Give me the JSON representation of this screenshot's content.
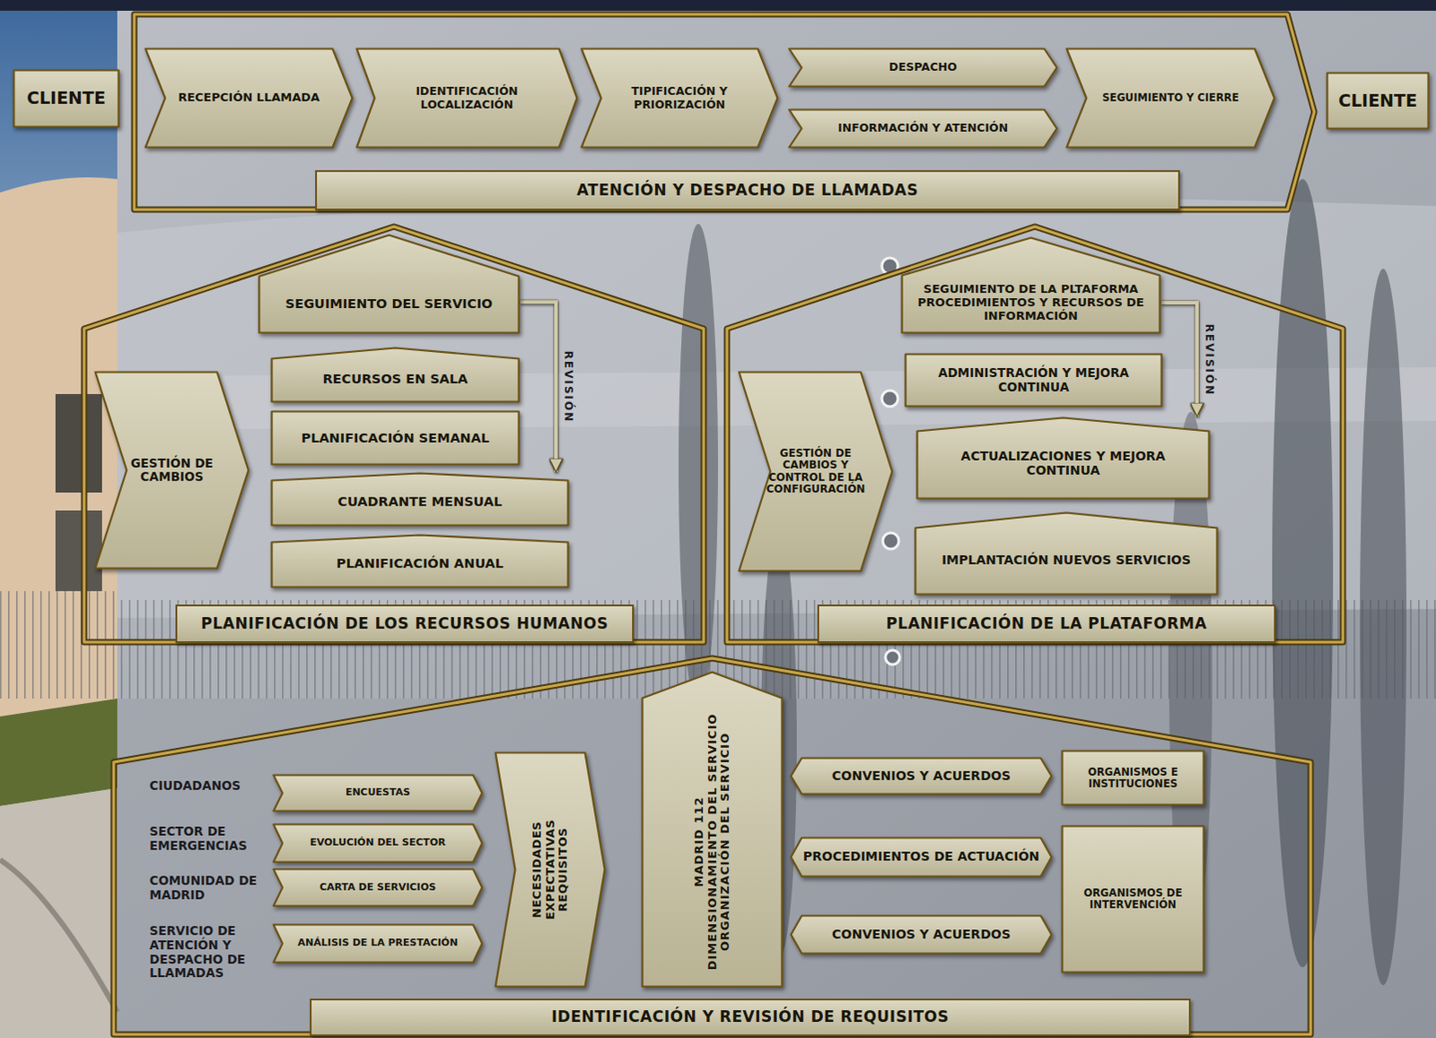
{
  "diagram": {
    "nodes": [
      {
        "text": [
          "CLIENTE"
        ]
      },
      {
        "text": [
          "ATENCIÓN Y DESPACHO DE LLAMADAS"
        ]
      },
      {
        "text": [
          "RECEPCIÓN LLAMADA"
        ],
        "in": 1
      },
      {
        "text": [
          "IDENTIFICACIÓN LOCALIZACIÓN"
        ],
        "in": 1
      },
      {
        "text": [
          "TIPIFICACIÓN Y PRIORIZACIÓN"
        ],
        "in": 1
      },
      {
        "text": [
          "DESPACHO"
        ],
        "in": 1
      },
      {
        "text": [
          "INFORMACIÓN Y ATENCIÓN"
        ],
        "in": 1
      },
      {
        "text": [
          "SEGUIMIENTO Y CIERRE"
        ],
        "in": 1
      },
      {
        "text": [
          "CLIENTE"
        ]
      },
      {
        "text": [
          "PLANIFICACIÓN DE LOS RECURSOS HUMANOS"
        ]
      },
      {
        "text": [
          "GESTIÓN DE CAMBIOS"
        ],
        "in": 9
      },
      {
        "text": [
          "SEGUIMIENTO DEL SERVICIO"
        ],
        "in": 9
      },
      {
        "text": [
          "RECURSOS EN SALA"
        ],
        "in": 9
      },
      {
        "text": [
          "PLANIFICACIÓN SEMANAL"
        ],
        "in": 9
      },
      {
        "text": [
          "CUADRANTE MENSUAL"
        ],
        "in": 9
      },
      {
        "text": [
          "PLANIFICACIÓN ANUAL"
        ],
        "in": 9
      },
      {
        "text": [
          "PLANIFICACIÓN DE LA PLATAFORMA"
        ]
      },
      {
        "text": [
          "GESTIÓN DE CAMBIOS Y CONTROL DE LA CONFIGURACIÓN"
        ],
        "in": 16
      },
      {
        "text": [
          "SEGUIMIENTO DE LA PLTAFORMA PROCEDIMIENTOS Y RECURSOS DE INFORMACIÓN"
        ],
        "in": 16
      },
      {
        "text": [
          "ADMINISTRACIÓN Y MEJORA CONTINUA"
        ],
        "in": 16
      },
      {
        "text": [
          "ACTUALIZACIONES Y MEJORA CONTINUA"
        ],
        "in": 16
      },
      {
        "text": [
          "IMPLANTACIÓN NUEVOS SERVICIOS"
        ],
        "in": 16
      },
      {
        "text": [
          "IDENTIFICACIÓN Y REVISIÓN DE REQUISITOS"
        ]
      },
      {
        "text": [
          "ENCUESTAS"
        ],
        "in": 22
      },
      {
        "text": [
          "EVOLUCIÓN DEL SECTOR"
        ],
        "in": 22
      },
      {
        "text": [
          "CARTA DE SERVICIOS"
        ],
        "in": 22
      },
      {
        "text": [
          "ANÁLISIS DE LA PRESTACIÓN"
        ],
        "in": 22
      },
      {
        "text": [
          "NECESIDADES EXPECTATIVAS REQUISITOS"
        ],
        "in": 22
      },
      {
        "text": [
          "MADRID 112",
          "DIMENSIONAMIENTO DEL SERVICIO ORGANIZACIÓN DEL SERVICIO"
        ],
        "in": 22
      },
      {
        "text": [
          "CONVENIOS Y ACUERDOS"
        ],
        "in": 22
      },
      {
        "text": [
          "PROCEDIMIENTOS DE ACTUACIÓN"
        ],
        "in": 22
      },
      {
        "text": [
          "CONVENIOS Y ACUERDOS"
        ],
        "in": 22
      },
      {
        "text": [
          "ORGANISMOS E INSTITUCIONES"
        ],
        "in": 22
      },
      {
        "text": [
          "ORGANISMOS DE INTERVENCIÓN"
        ],
        "in": 22
      }
    ],
    "edges": [
      {
        "from": 11,
        "to": 14,
        "label": "REVISIÓN",
        "arrow": "to"
      },
      {
        "from": 18,
        "to": 20,
        "label": "REVISIÓN",
        "arrow": "to"
      }
    ],
    "labels": [
      "CIUDADANOS",
      "SECTOR DE EMERGENCIAS",
      "COMUNIDAD DE MADRID",
      "SERVICIO DE ATENCIÓN Y DESPACHO DE LLAMADAS"
    ]
  }
}
